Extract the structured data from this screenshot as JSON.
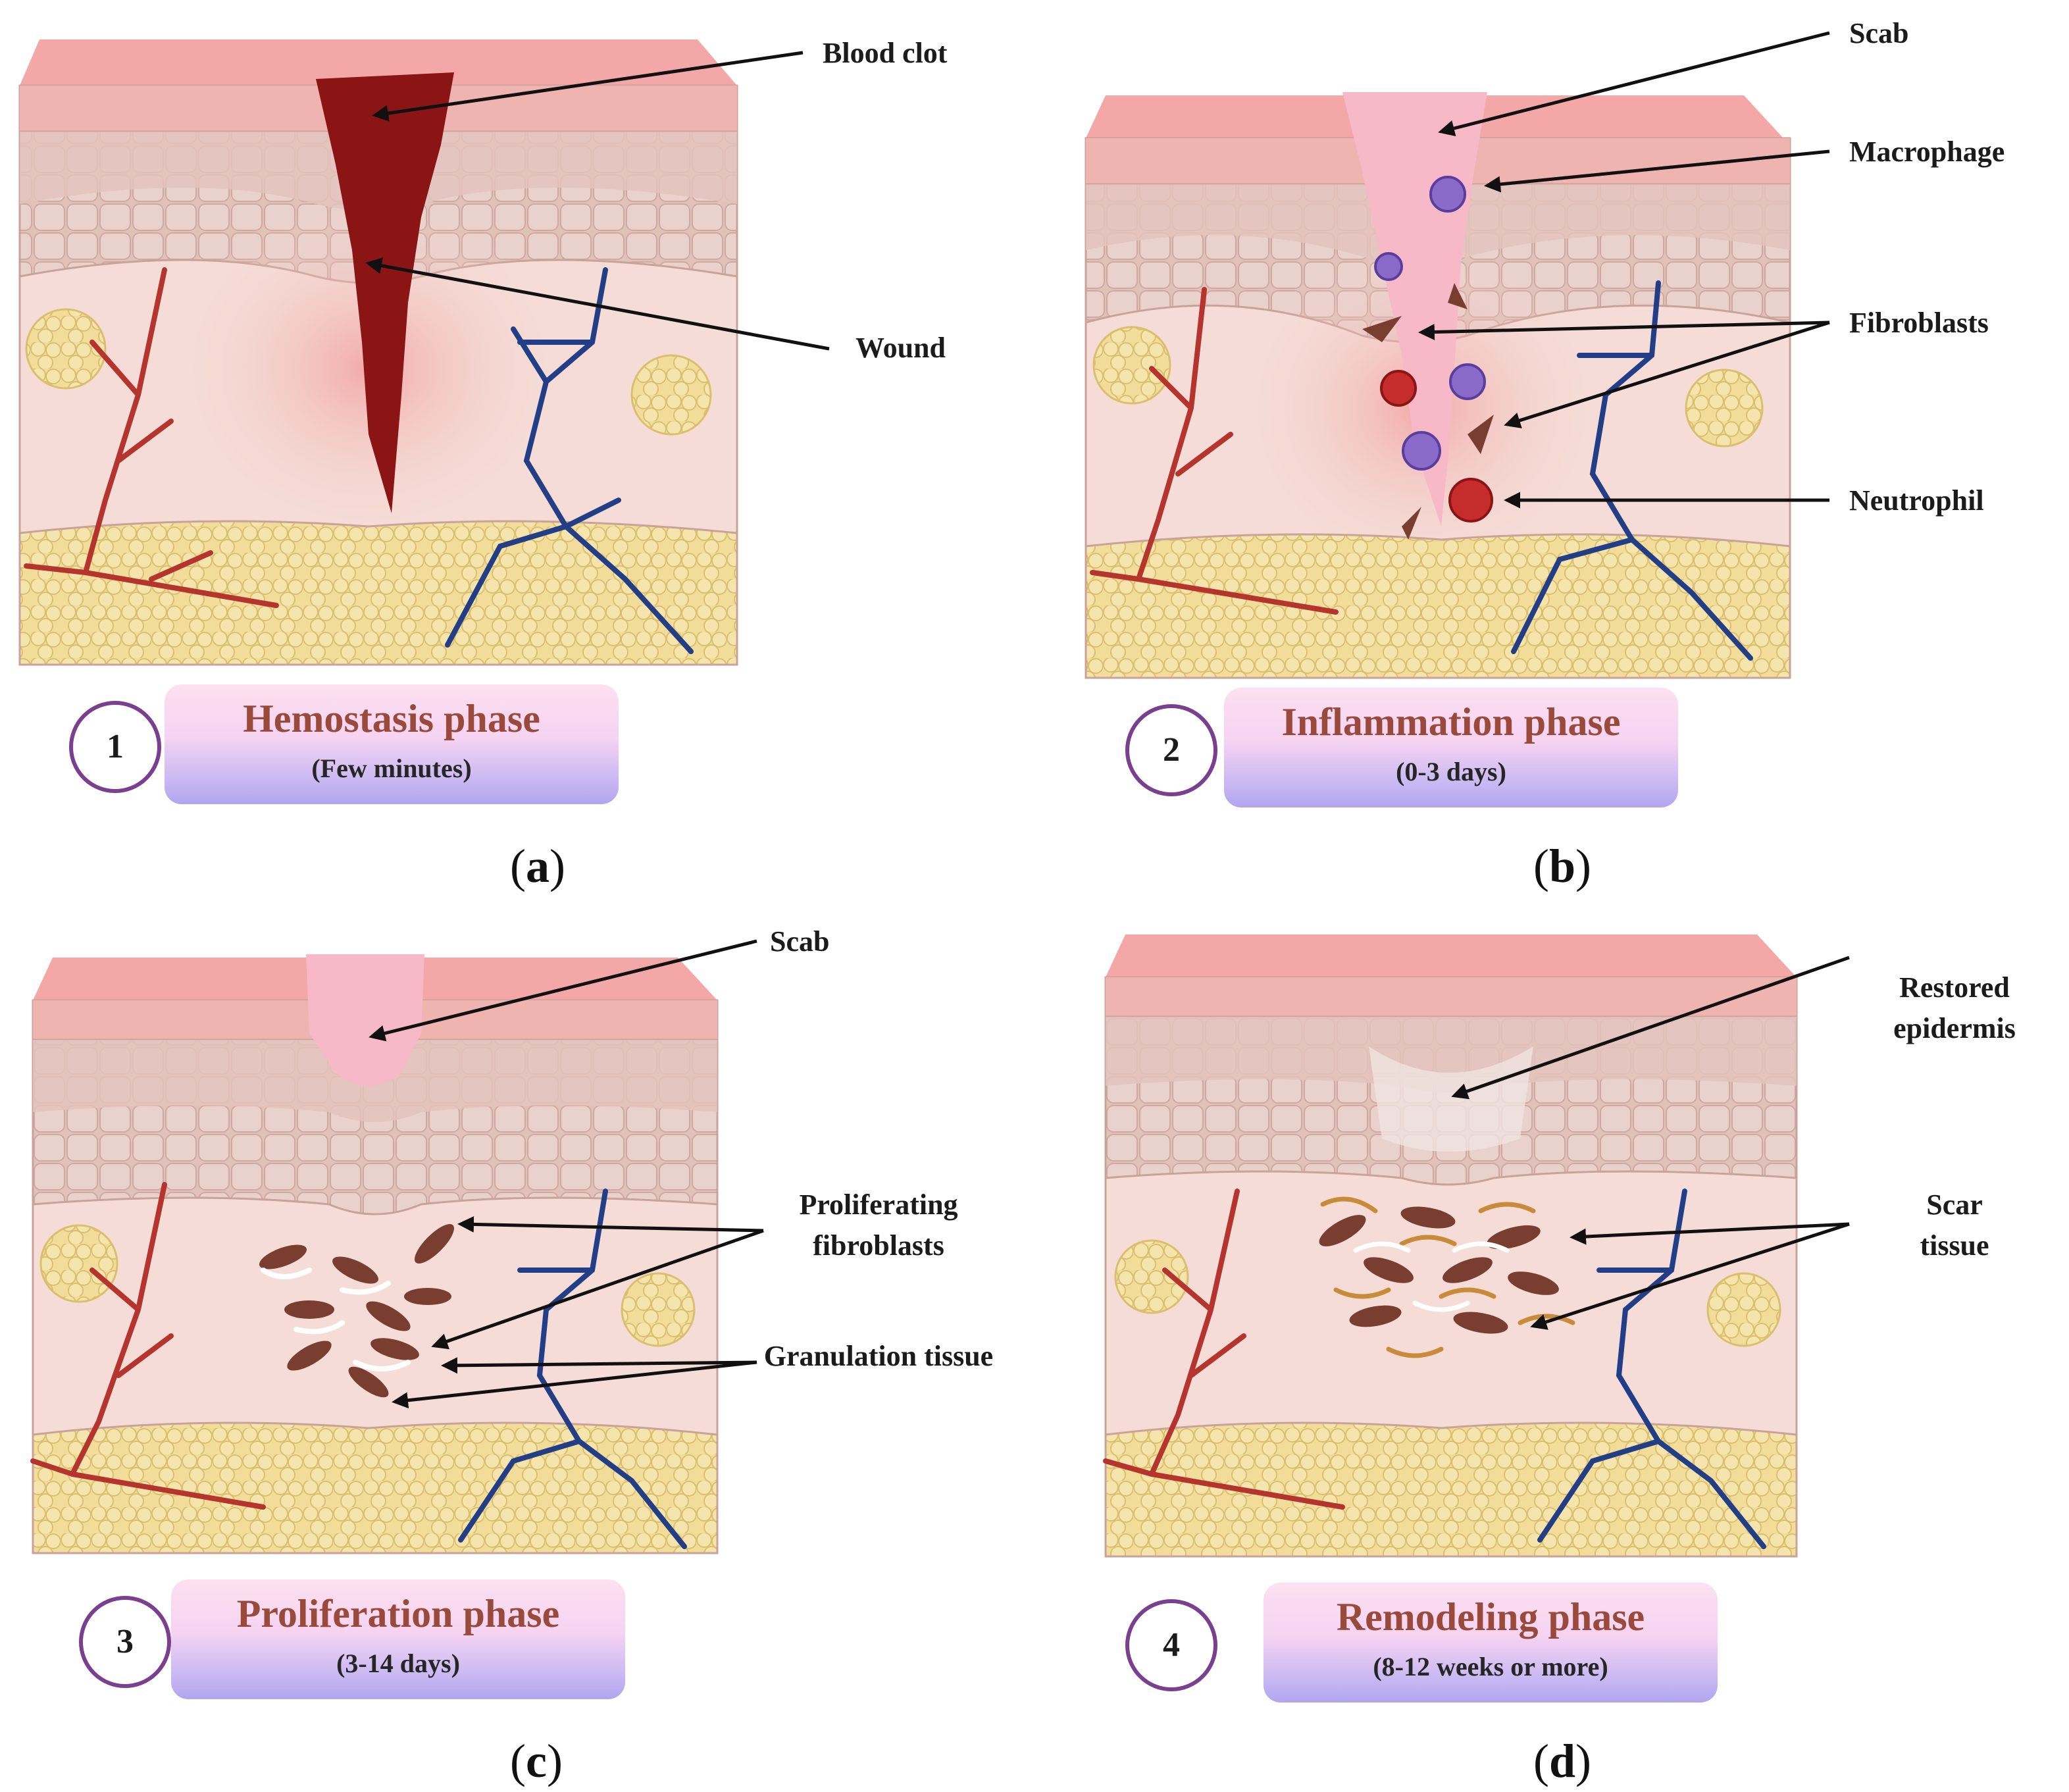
{
  "panels": {
    "a": {
      "number": "1",
      "phase": "Hemostasis phase",
      "duration": "(Few minutes)",
      "caption_letter": "a",
      "labels": {
        "blood_clot": "Blood clot",
        "wound": "Wound"
      }
    },
    "b": {
      "number": "2",
      "phase": "Inflammation phase",
      "duration": "(0-3 days)",
      "caption_letter": "b",
      "labels": {
        "scab": "Scab",
        "macrophage": "Macrophage",
        "fibroblasts": "Fibroblasts",
        "neutrophil": "Neutrophil"
      }
    },
    "c": {
      "number": "3",
      "phase": "Proliferation phase",
      "duration": "(3-14 days)",
      "caption_letter": "c",
      "labels": {
        "scab": "Scab",
        "proliferating_fibroblasts": "Proliferating fibroblasts",
        "granulation_tissue": "Granulation tissue"
      }
    },
    "d": {
      "number": "4",
      "phase": "Remodeling phase",
      "duration": "(8-12 weeks or more)",
      "caption_letter": "d",
      "labels": {
        "restored_epidermis": "Restored epidermis",
        "scar_tissue": "Scar tissue"
      }
    }
  },
  "colors": {
    "skin_surface": "#f4a7a7",
    "epidermis": "#e3c3bc",
    "dermis": "#f5dcd6",
    "fat": "#f2dc9a",
    "artery": "#b5342e",
    "vein": "#223e86",
    "clot": "#8b1414",
    "scab": "#f7b8c8",
    "badge_text": "#9a4a3a",
    "circle_border": "#7a3f8e"
  }
}
